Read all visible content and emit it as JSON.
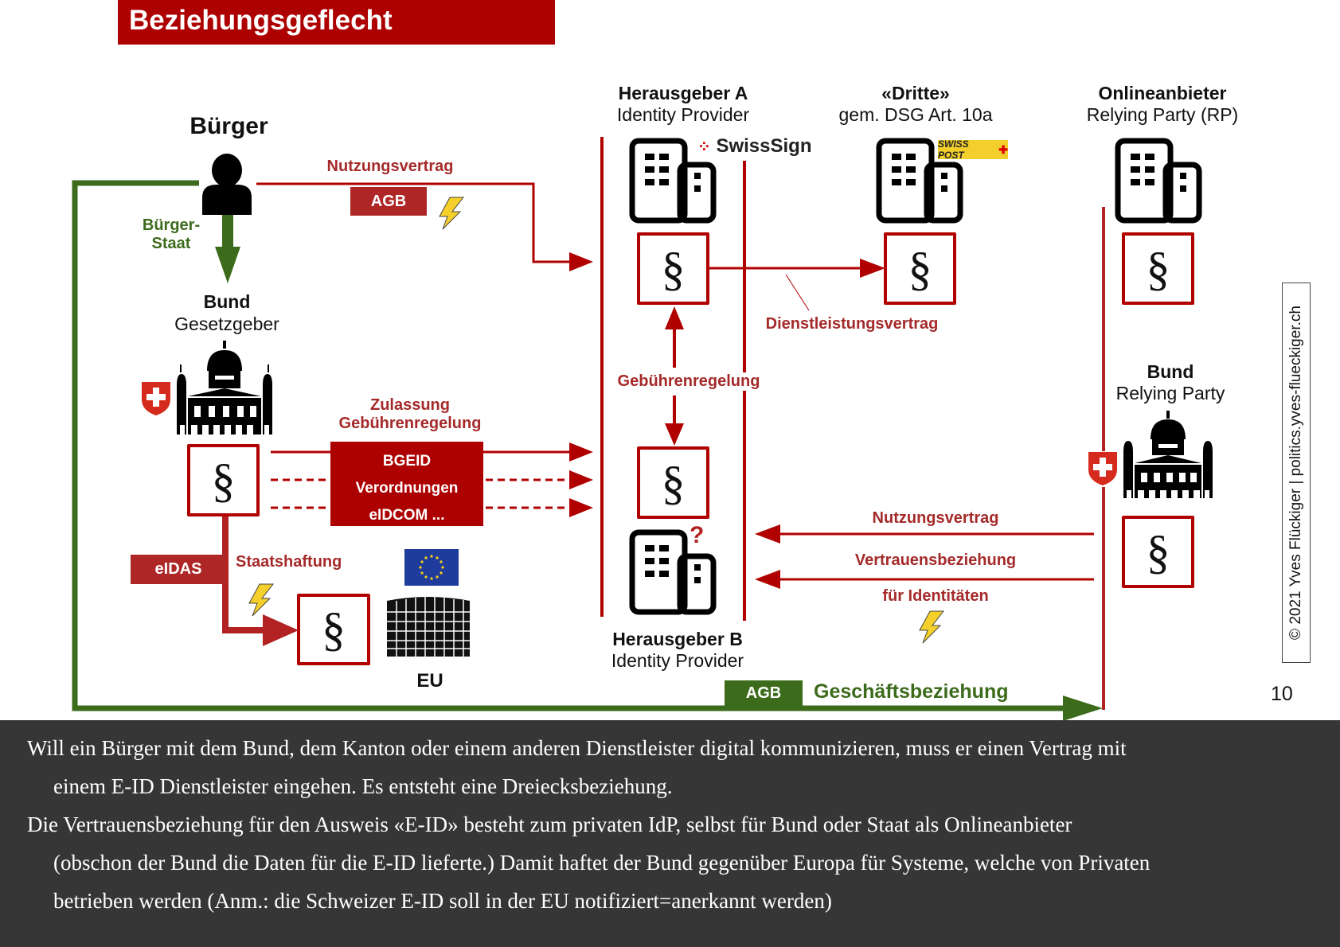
{
  "slide": {
    "title": "Beziehungsgeflecht",
    "page_number": "10",
    "copyright": "© 2021 Yves Flückiger | politics.yves-flueckiger.ch"
  },
  "nodes": {
    "buerger": {
      "title": "Bürger"
    },
    "bund_gesetzgeber": {
      "title": "Bund",
      "subtitle": "Gesetzgeber"
    },
    "herausgeber_a": {
      "title": "Herausgeber A",
      "subtitle": "Identity Provider",
      "logo": "SwissSign"
    },
    "dritte": {
      "title": "«Dritte»",
      "subtitle": "gem. DSG Art. 10a",
      "logo": "SWISS POST"
    },
    "onlineanbieter": {
      "title": "Onlineanbieter",
      "subtitle": "Relying Party (RP)"
    },
    "bund_rp": {
      "title": "Bund",
      "subtitle": "Relying Party"
    },
    "herausgeber_b": {
      "title": "Herausgeber B",
      "subtitle": "Identity Provider",
      "badge": "?"
    },
    "eu": {
      "title": "EU"
    }
  },
  "relations": {
    "nutzungsvertrag_top": "Nutzungsvertrag",
    "agb_top": "AGB",
    "buerger_staat_1": "Bürger-",
    "buerger_staat_2": "Staat",
    "dienstleistungsvertrag": "Dienstleistungsvertrag",
    "gebuehrenregelung": "Gebührenregelung",
    "zulassung_1": "Zulassung",
    "zulassung_2": "Gebührenregelung",
    "laws": [
      "BGEID",
      "Verordnungen",
      "eIDCOM ..."
    ],
    "eidas": "eIDAS",
    "staatshaftung": "Staatshaftung",
    "nutzungsvertrag_bottom": "Nutzungsvertrag",
    "vertrauen_1": "Vertrauensbeziehung",
    "vertrauen_2": "für Identitäten",
    "agb_bottom": "AGB",
    "geschaeftsbeziehung": "Geschäftsbeziehung"
  },
  "symbols": {
    "paragraph": "§"
  },
  "colors": {
    "red": "#b00000",
    "label_red": "#a52a2a",
    "green": "#3d6b1c",
    "caption_bg": "#363636",
    "bolt": "#f5d02a"
  },
  "caption": {
    "lines": [
      "Will ein Bürger mit dem Bund, dem Kanton oder einem anderen Dienstleister digital kommunizieren, muss er einen Vertrag mit",
      "einem E-ID Dienstleister eingehen. Es entsteht eine Dreiecksbeziehung.",
      "Die Vertrauensbeziehung für den Ausweis «E-ID» besteht zum privaten IdP, selbst für Bund oder Staat als Onlineanbieter",
      "(obschon der Bund die Daten für die E-ID lieferte.) Damit haftet der Bund gegenüber Europa für Systeme, welche von Privaten",
      "betrieben werden (Anm.: die Schweizer E-ID soll in der EU notifiziert=anerkannt werden)"
    ]
  }
}
